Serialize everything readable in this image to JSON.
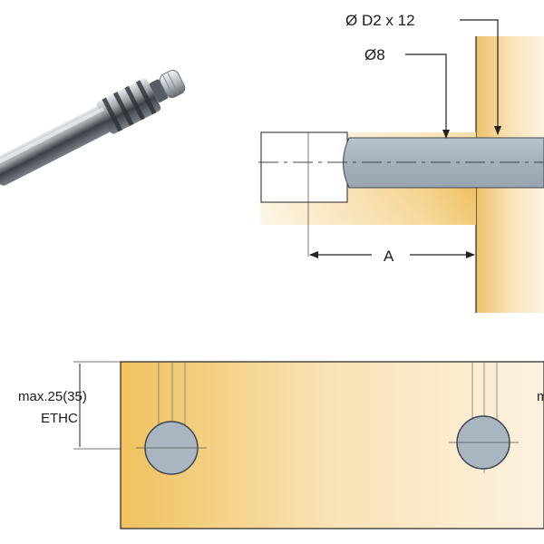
{
  "labels": {
    "rod_diameter": "Ø D2 x 12",
    "bore_diameter": "Ø8",
    "distance": "A",
    "edge_max": "max.25(35)",
    "edge_type": "ETHC",
    "edge_clipped": "m"
  },
  "icons": {
    "connector_photo": "metal-dowel-connector-photo"
  },
  "colors": {
    "wood_light": "#fbf0d8",
    "wood_mid": "#f6d9a0",
    "wood_dark": "#eebc55",
    "pin_fill": "#a9b6c1",
    "pin_stroke": "#3d4650",
    "bore_fill": "#ffffff",
    "line": "#222222"
  }
}
